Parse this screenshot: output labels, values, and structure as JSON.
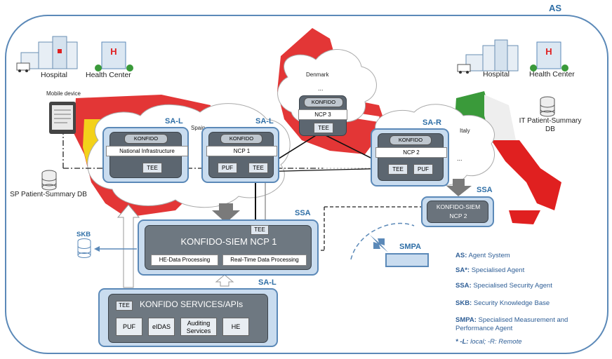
{
  "labels": {
    "as": "AS",
    "sa_l_left": "SA-L",
    "sa_l_mid": "SA-L",
    "sa_r": "SA-R",
    "ssa_right": "SSA",
    "ssa_center": "SSA",
    "sa_l_bottom": "SA-L",
    "skb": "SKB",
    "smpa": "SMPA",
    "spain": "Spain",
    "italy": "Italy",
    "denmark": "Denmark",
    "mobile_device": "Mobile device",
    "hospital_left": "Hospital",
    "health_center_left": "Health Center",
    "hospital_right": "Hospital",
    "health_center_right": "Health Center",
    "sp_db": "SP Patient-Summary DB",
    "it_db": "IT Patient-Summary DB",
    "ellipsis_dk": "...",
    "ellipsis_it": "..."
  },
  "nodes": {
    "spain_infra": {
      "title": "KONFIDO",
      "bar": "National Infrastructure",
      "tee": "TEE"
    },
    "spain_ncp": {
      "title": "KONFIDO",
      "bar": "NCP 1",
      "puf": "PUF",
      "tee": "TEE"
    },
    "denmark_ncp": {
      "title": "KONFIDO",
      "bar": "NCP 3",
      "tee": "TEE"
    },
    "italy_ncp": {
      "title": "KONFIDO",
      "bar": "NCP 2",
      "tee": "TEE",
      "puf": "PUF"
    },
    "siem_ncp2": {
      "line1": "KONFIDO-SIEM",
      "line2": "NCP 2"
    },
    "siem_ncp1": {
      "title": "KONFIDO-SIEM NCP 1",
      "tee": "TEE",
      "he": "HE-Data Processing",
      "rt": "Real-Time Data Processing"
    },
    "services": {
      "tee": "TEE",
      "title": "KONFIDO SERVICES/APIs",
      "items": [
        "PUF",
        "eIDAS",
        "Auditing Services",
        "HE"
      ]
    }
  },
  "legend": [
    {
      "key": "AS:",
      "text": "Agent System"
    },
    {
      "key": "SA*:",
      "text": "Specialised Agent"
    },
    {
      "key": "SSA:",
      "text": "Specialised Security Agent"
    },
    {
      "key": "SKB:",
      "text": "Security Knowledge Base"
    },
    {
      "key": "SMPA:",
      "text": "Specialised Measurement and Performance Agent"
    },
    {
      "key": "* -L:",
      "text": "local; -R: Remote"
    }
  ],
  "colors": {
    "agent_fill": "#c9dcef",
    "agent_border": "#5b89b8",
    "label_blue": "#2e6ea6",
    "map_red": "#e02020",
    "map_green": "#3a9a3a",
    "map_yellow": "#f3d21a"
  }
}
